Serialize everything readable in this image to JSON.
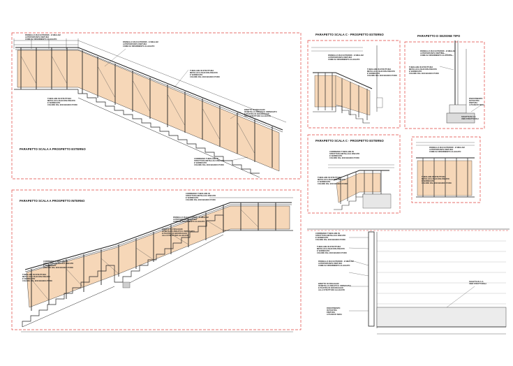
{
  "titles": {
    "view_a_ext": "PARAPETTO SCALA A PROSPETTO ESTERNO",
    "view_a_int": "PARAPETTO SCALA A PROSPETTO INTERNO",
    "view_c_ext_top": "PARAPETTO SCALA C - PROSPETTO ESTERNO",
    "view_c_ext_mid": "PARAPETTO SCALA C - PROSPETTO ESTERNO",
    "view_d": "PARAPETTO D SEZIONE TIPO"
  },
  "notes": {
    "glass_panel": "PANNELLO MAX EXTERIOR - E SMALAM\nAUTOPORTANTE FINITURA\nCOME DA RIFERIMENTO ALLEGATO",
    "steel_tube": "TUBOLARE IN STRUTTURA\nMETALLICA 20x40 DIN ZINCATO\nE VERNICIATO\nCOLORE RAL 9010 BIANCO PURO",
    "handrail": "CORRIMANO TUBOLARE IN\nSTRUTTURA METALLICA ZINCATO\nE VERNICIATO\nCOLORE RAL 9010 BIANCO PURO",
    "anchor": "BISETTO DI FISSAGGIO\nIN METALLO ZINCATO E VERNICIATO\nE PIASTRA DI ANCORAGGIO\nALLA STRUTTURA ALLEGATO",
    "slab": "SOLETTA IN C.A.\nVEDI STRUTTURALI",
    "coating": "RIVESTIMENTO\nIN PIASTRA\nFINITURA\nA PIANO DI SEDA"
  }
}
